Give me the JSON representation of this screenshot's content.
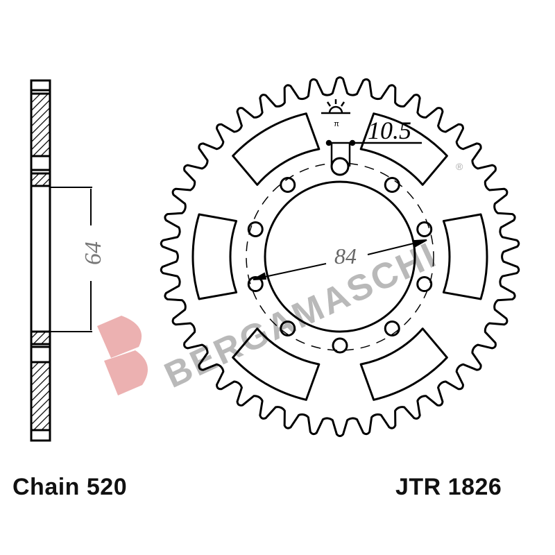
{
  "drawing": {
    "chain_label": "Chain 520",
    "part_code": "JTR 1826",
    "dim_hole": "10.5",
    "dim_bore": "84",
    "dim_hub_width": "64",
    "symbol_mark": "π",
    "line_color": "#000000"
  },
  "watermark": {
    "text": "BERGAMASCHI",
    "registered_mark": "®",
    "logo_letter": "B",
    "text_color": "#9a9a9a",
    "logo_color": "#e79a9a"
  }
}
